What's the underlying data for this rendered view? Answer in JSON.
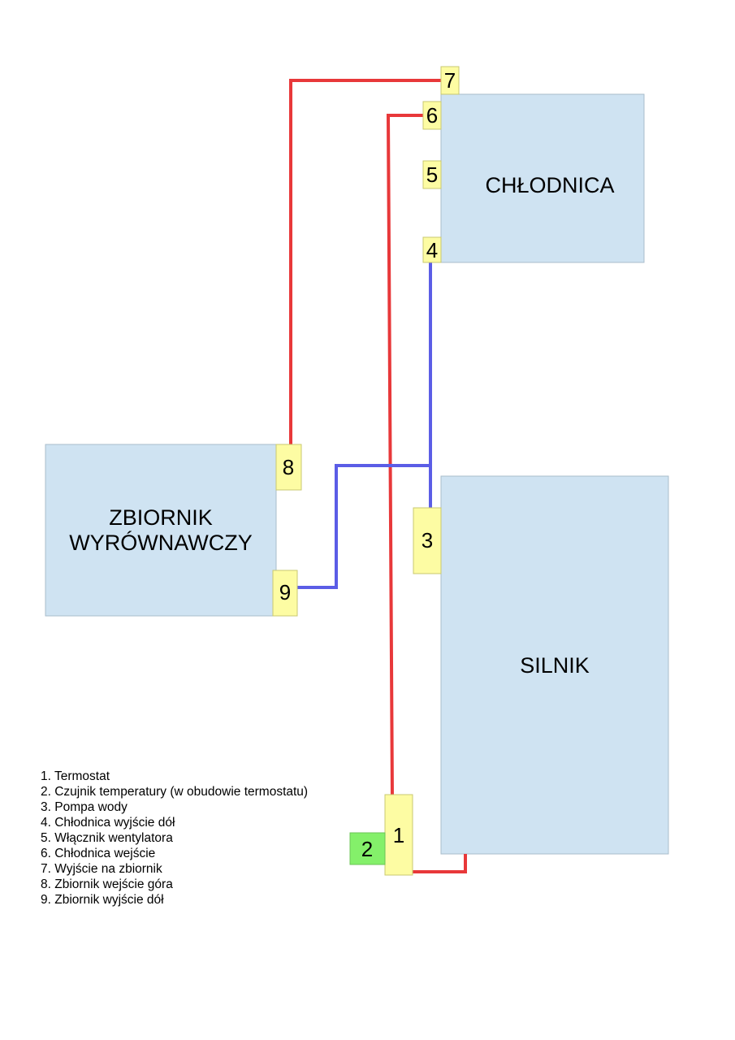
{
  "blocks": {
    "radiator": "CHŁODNICA",
    "tank_line1": "ZBIORNIK",
    "tank_line2": "WYRÓWNAWCZY",
    "engine": "SILNIK"
  },
  "ports": {
    "p1": "1",
    "p2": "2",
    "p3": "3",
    "p4": "4",
    "p5": "5",
    "p6": "6",
    "p7": "7",
    "p8": "8",
    "p9": "9"
  },
  "legend": [
    "1. Termostat",
    "2. Czujnik temperatury (w obudowie termostatu)",
    "3. Pompa wody",
    "4. Chłodnica wyjście dół",
    "5. Włącznik wentylatora",
    "6. Chłodnica wejście",
    "7. Wyjście na zbiornik",
    "8. Zbiornik wejście góra",
    "9. Zbiornik wyjście dół"
  ],
  "colors": {
    "block_fill": "#cfe3f2",
    "block_stroke": "#a9bccb",
    "port_fill": "#fdfca3",
    "port_stroke": "#c9c872",
    "sensor_fill": "#84f06a",
    "hot_line": "#e8383a",
    "cold_line": "#5b5de6"
  }
}
